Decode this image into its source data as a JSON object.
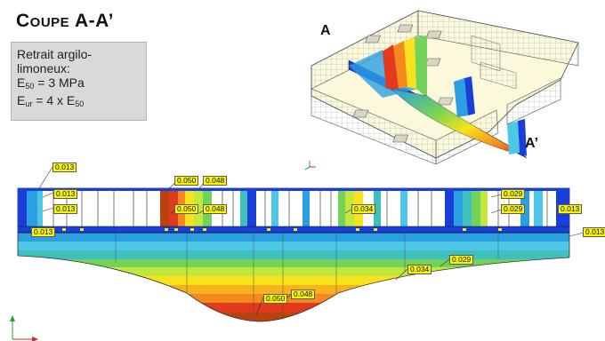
{
  "title": {
    "first_letter": "C",
    "rest": "OUPE",
    "suffix": "A-A’"
  },
  "properties": {
    "line1": "Retrait argilo-",
    "line2": "limoneux:",
    "e50_prefix": "E",
    "e50_sub": "50",
    "e50_value": " = 3 MPa",
    "eur_prefix": "E",
    "eur_sub": "ur",
    "eur_mid": " = 4 x E",
    "eur_sub2": "50"
  },
  "iso_view": {
    "label_a": "A",
    "label_a_prime": "A’"
  },
  "value_tags": [
    "0.013",
    "0.013",
    "0.013",
    "0.013",
    "0.013",
    "0.013",
    "0.050",
    "0.048",
    "0.050",
    "0.048",
    "0.034",
    "0.029",
    "0.029",
    "0.034",
    "0.029",
    "0.050",
    "0.048"
  ],
  "colors": {
    "band_red": "#e23a1c",
    "band_orange": "#f48a1e",
    "band_yellow": "#f7e21c",
    "band_lightgreen": "#c3e83d",
    "band_green": "#73d25a",
    "band_teal": "#3fbfbe",
    "band_cyan": "#4ec7e6",
    "band_blue": "#2aa0e3",
    "band_darkblue": "#1a3fd8",
    "tag_yellow": "#f8f50c"
  }
}
